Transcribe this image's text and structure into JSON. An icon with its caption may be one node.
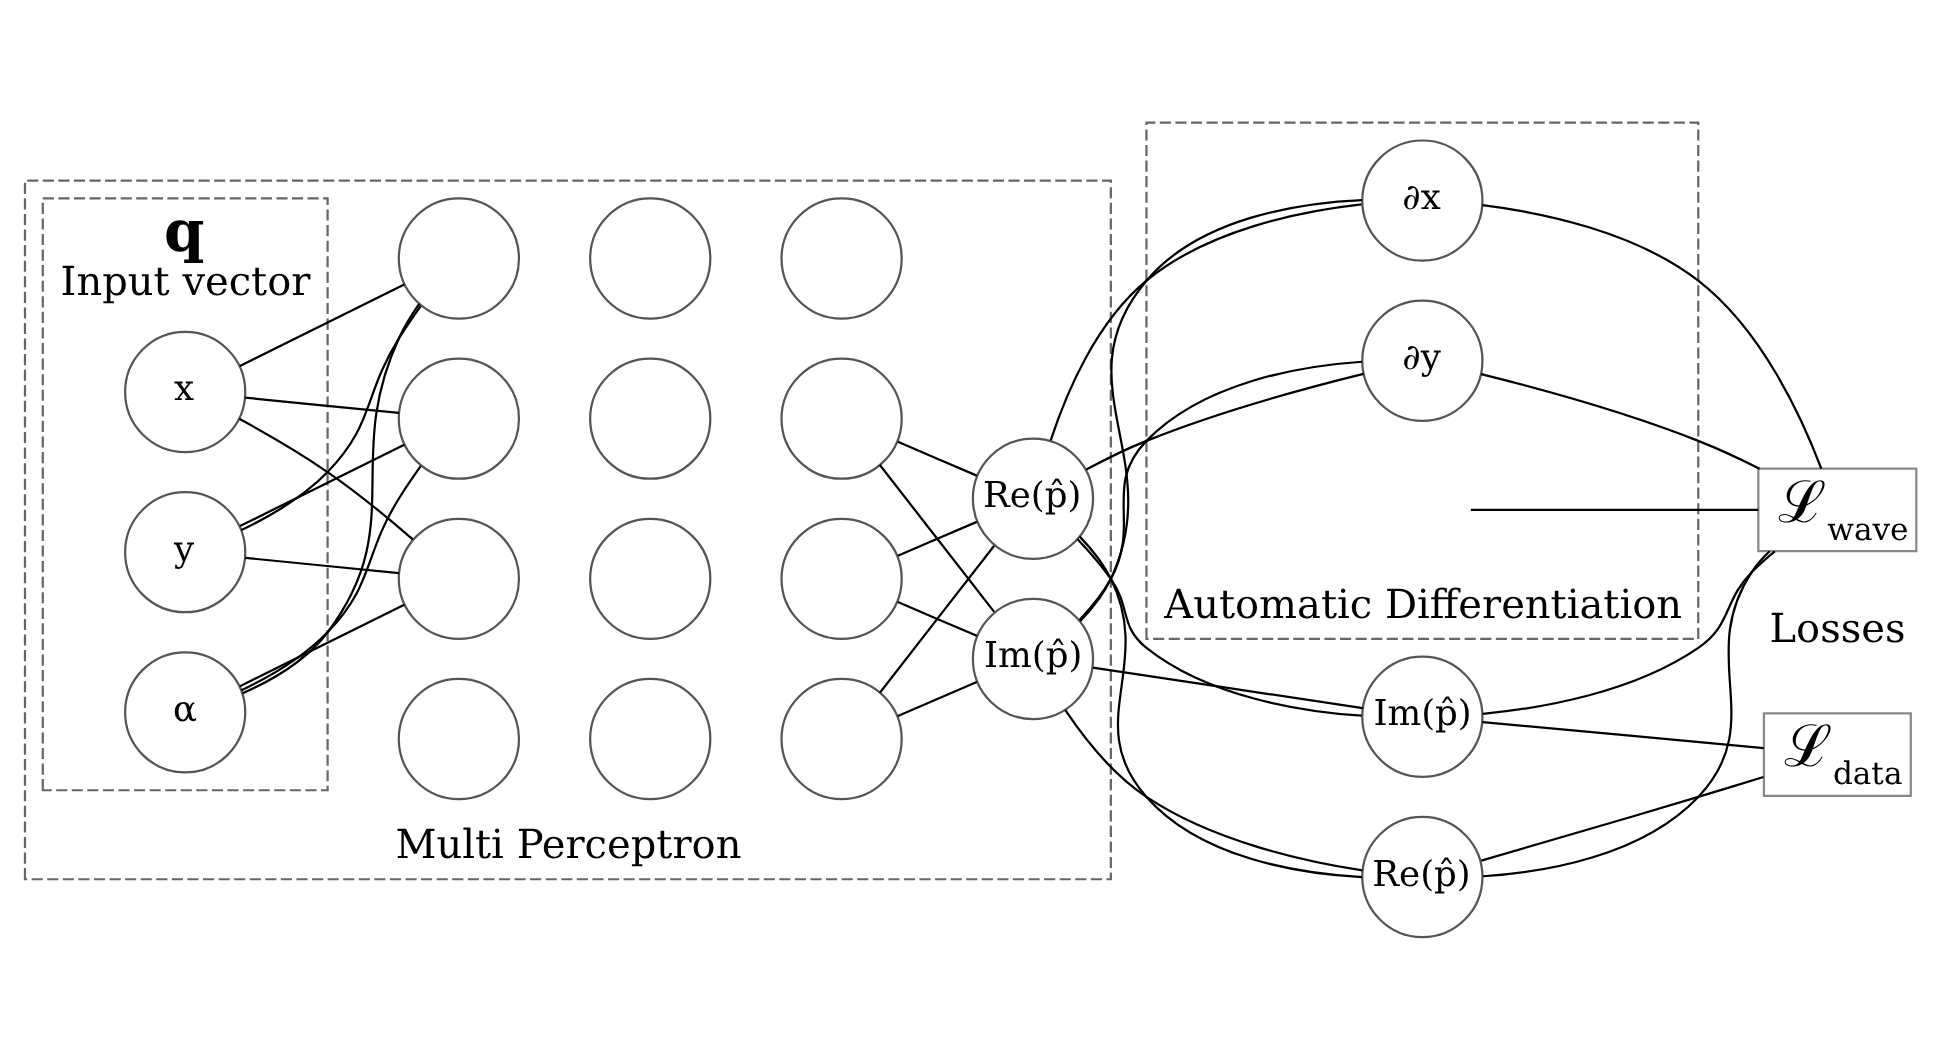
{
  "diagram": {
    "nodes": [
      {
        "text": [
          "Multi Perceptron"
        ]
      },
      {
        "text": [
          "q",
          "Input vector"
        ],
        "in": 0
      },
      {
        "text": [
          "x"
        ],
        "in": 1
      },
      {
        "text": [
          "y"
        ],
        "in": 1
      },
      {
        "text": [
          "α"
        ],
        "in": 1
      },
      {
        "text": [],
        "shape": "circle",
        "in": 0
      },
      {
        "text": [],
        "shape": "circle",
        "in": 0
      },
      {
        "text": [],
        "shape": "circle",
        "in": 0
      },
      {
        "text": [],
        "shape": "circle",
        "in": 0
      },
      {
        "text": [],
        "shape": "circle",
        "in": 0
      },
      {
        "text": [],
        "shape": "circle",
        "in": 0
      },
      {
        "text": [],
        "shape": "circle",
        "in": 0
      },
      {
        "text": [],
        "shape": "circle",
        "in": 0
      },
      {
        "text": [],
        "shape": "circle",
        "in": 0
      },
      {
        "text": [],
        "shape": "circle",
        "in": 0
      },
      {
        "text": [],
        "shape": "circle",
        "in": 0
      },
      {
        "text": [],
        "shape": "circle",
        "in": 0
      },
      {
        "text": [
          "Re(p̂)"
        ],
        "in": 0
      },
      {
        "text": [
          "Im(p̂)"
        ],
        "in": 0
      },
      {
        "text": [
          "Re(p̂)"
        ]
      },
      {
        "text": [
          "Im(p̂)"
        ]
      },
      {
        "text": [
          "Automatic Differentiation"
        ]
      },
      {
        "text": [
          "∂x"
        ],
        "in": 21
      },
      {
        "text": [
          "∂y"
        ],
        "in": 21
      },
      {
        "text": [
          "ℒ$_{data}$"
        ]
      },
      {
        "text": [
          "ℒ$_{wave}$"
        ]
      }
    ],
    "edges": [
      {
        "from": 2,
        "to": 5,
        "arrow": "none"
      },
      {
        "from": 2,
        "to": 8,
        "arrow": "none"
      },
      {
        "from": 2,
        "to": 11,
        "arrow": "none"
      },
      {
        "from": 3,
        "to": 5,
        "arrow": "none"
      },
      {
        "from": 3,
        "to": 8,
        "arrow": "none"
      },
      {
        "from": 3,
        "to": 11,
        "arrow": "none"
      },
      {
        "from": 4,
        "to": 5,
        "arrow": "none"
      },
      {
        "from": 4,
        "to": 8,
        "arrow": "none"
      },
      {
        "from": 4,
        "to": 11,
        "arrow": "none"
      },
      {
        "from": 10,
        "to": 17,
        "arrow": "none"
      },
      {
        "from": 10,
        "to": 18,
        "arrow": "none"
      },
      {
        "from": 13,
        "to": 17,
        "arrow": "none"
      },
      {
        "from": 13,
        "to": 18,
        "arrow": "none"
      },
      {
        "from": 16,
        "to": 17,
        "arrow": "none"
      },
      {
        "from": 16,
        "to": 18,
        "arrow": "none"
      },
      {
        "from": 17,
        "to": 19,
        "arrow": "none"
      },
      {
        "from": 17,
        "to": 20,
        "arrow": "none"
      },
      {
        "from": 17,
        "to": 22,
        "arrow": "none"
      },
      {
        "from": 17,
        "to": 23,
        "arrow": "none"
      },
      {
        "from": 18,
        "to": 19,
        "arrow": "none"
      },
      {
        "from": 18,
        "to": 20,
        "arrow": "none"
      },
      {
        "from": 18,
        "to": 22,
        "arrow": "none"
      },
      {
        "from": 18,
        "to": 23,
        "arrow": "none"
      },
      {
        "from": 19,
        "to": 24,
        "arrow": "none"
      },
      {
        "from": 19,
        "to": 25,
        "arrow": "none"
      },
      {
        "from": 20,
        "to": 24,
        "arrow": "none"
      },
      {
        "from": 20,
        "to": 25,
        "arrow": "none"
      },
      {
        "from": 22,
        "to": 25,
        "arrow": "none"
      },
      {
        "from": 23,
        "to": 25,
        "arrow": "none"
      },
      {
        "from": null,
        "to": 25,
        "arrow": "none"
      }
    ],
    "labels": [
      "Losses"
    ]
  }
}
